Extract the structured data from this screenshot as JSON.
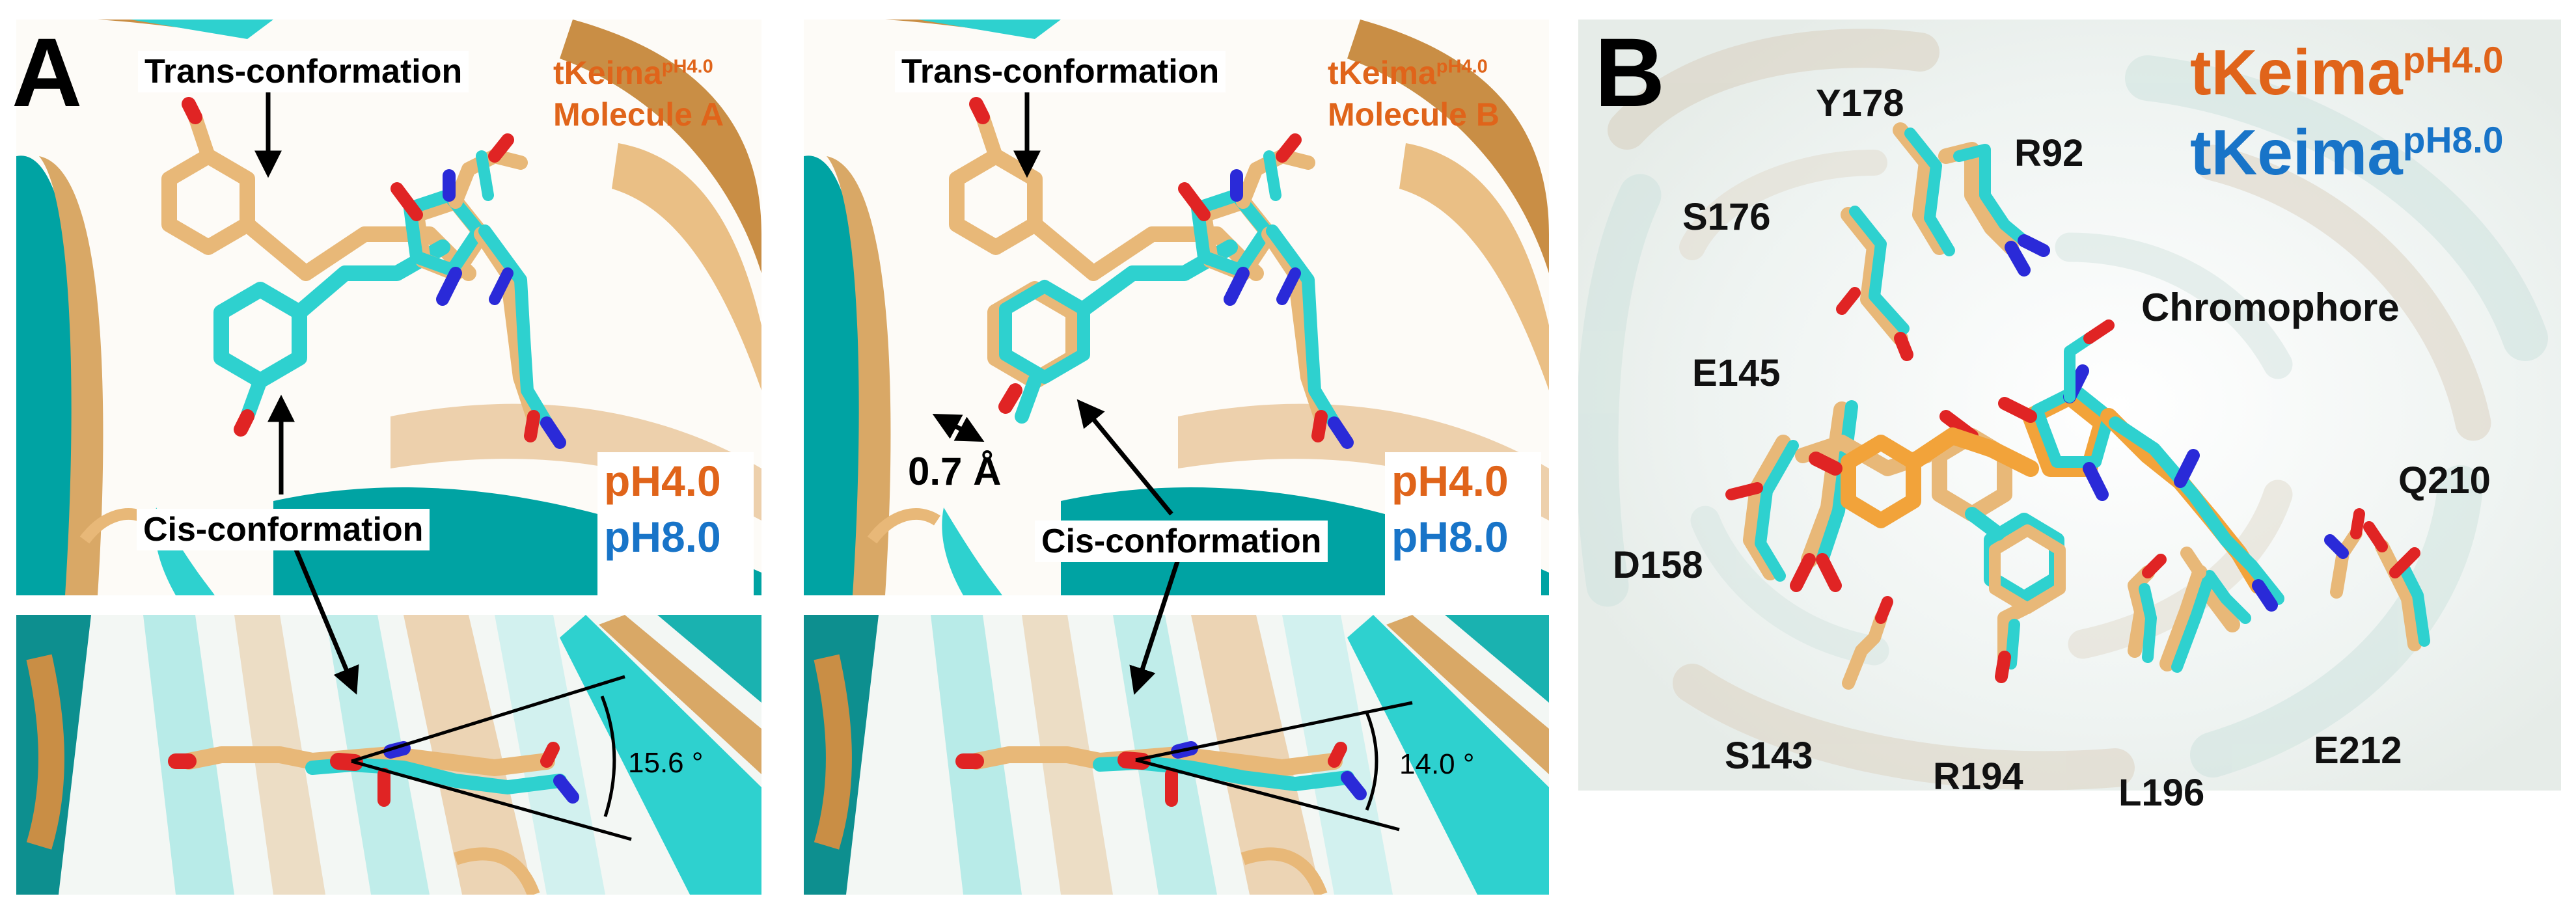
{
  "panels": {
    "a_letter": "A",
    "b_letter": "B"
  },
  "panel_a": {
    "molecule_a": {
      "trans_label": "Trans-conformation",
      "cis_label": "Cis-conformation",
      "title_line1_base": "tKeima",
      "title_line1_sup": "pH4.0",
      "title_line2": "Molecule A",
      "ph_orange": "pH4.0",
      "ph_blue": "pH8.0",
      "angle": "15.6 °"
    },
    "molecule_b": {
      "trans_label": "Trans-conformation",
      "cis_label": "Cis-conformation",
      "title_line1_base": "tKeima",
      "title_line1_sup": "pH4.0",
      "title_line2": "Molecule B",
      "ph_orange": "pH4.0",
      "ph_blue": "pH8.0",
      "distance": "0.7 Å",
      "angle": "14.0 °"
    }
  },
  "panel_b": {
    "legend": {
      "orange_base": "tKeima",
      "orange_sup": "pH4.0",
      "blue_base": "tKeima",
      "blue_sup": "pH8.0"
    },
    "chromophore_label": "Chromophore",
    "residues": {
      "y178": "Y178",
      "r92": "R92",
      "s176": "S176",
      "e145": "E145",
      "d158": "D158",
      "q210": "Q210",
      "s143": "S143",
      "r194": "R194",
      "l196": "L196",
      "e212": "E212"
    }
  },
  "colors": {
    "orange_text": "#e0641a",
    "blue_text": "#1874c8",
    "wheat_structure": "#e8b878",
    "cyan_structure": "#2ed1cf",
    "teal_ribbon": "#00a3a3",
    "oxygen": "#e02424",
    "nitrogen": "#2a2ad8"
  }
}
